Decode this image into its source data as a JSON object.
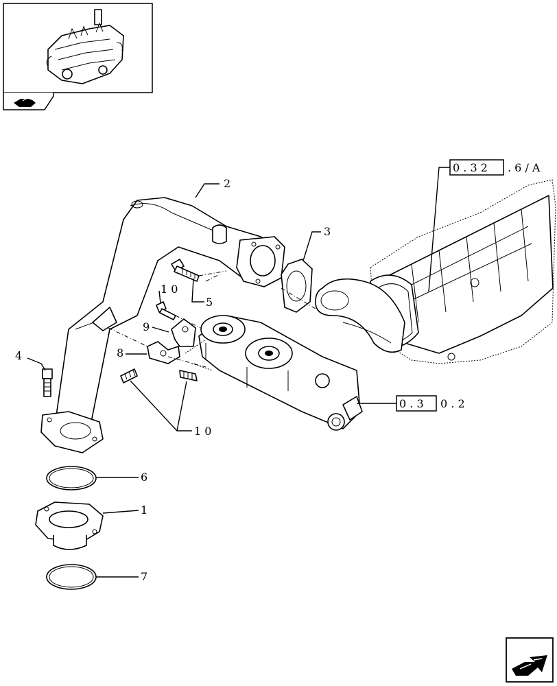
{
  "callouts": [
    {
      "id": "c1",
      "text": "1"
    },
    {
      "id": "c2",
      "text": "2"
    },
    {
      "id": "c3",
      "text": "3"
    },
    {
      "id": "c4",
      "text": "4"
    },
    {
      "id": "c5",
      "text": "5"
    },
    {
      "id": "c6",
      "text": "6"
    },
    {
      "id": "c7",
      "text": "7"
    },
    {
      "id": "c8",
      "text": "8"
    },
    {
      "id": "c9",
      "text": "9"
    },
    {
      "id": "c10a",
      "text": "1 0"
    },
    {
      "id": "c10b",
      "text": "1 0"
    }
  ],
  "references": {
    "ref_a": {
      "boxed": "0 . 3 2",
      "suffix": ". 6 / A"
    },
    "ref_b": {
      "boxed": "0 . 3",
      "suffix": "0 . 2"
    }
  },
  "icons": {
    "thumbnail": "engine-thumbnail-icon",
    "tab": "navigation-tab-icon",
    "next": "next-page-arrow-icon"
  }
}
